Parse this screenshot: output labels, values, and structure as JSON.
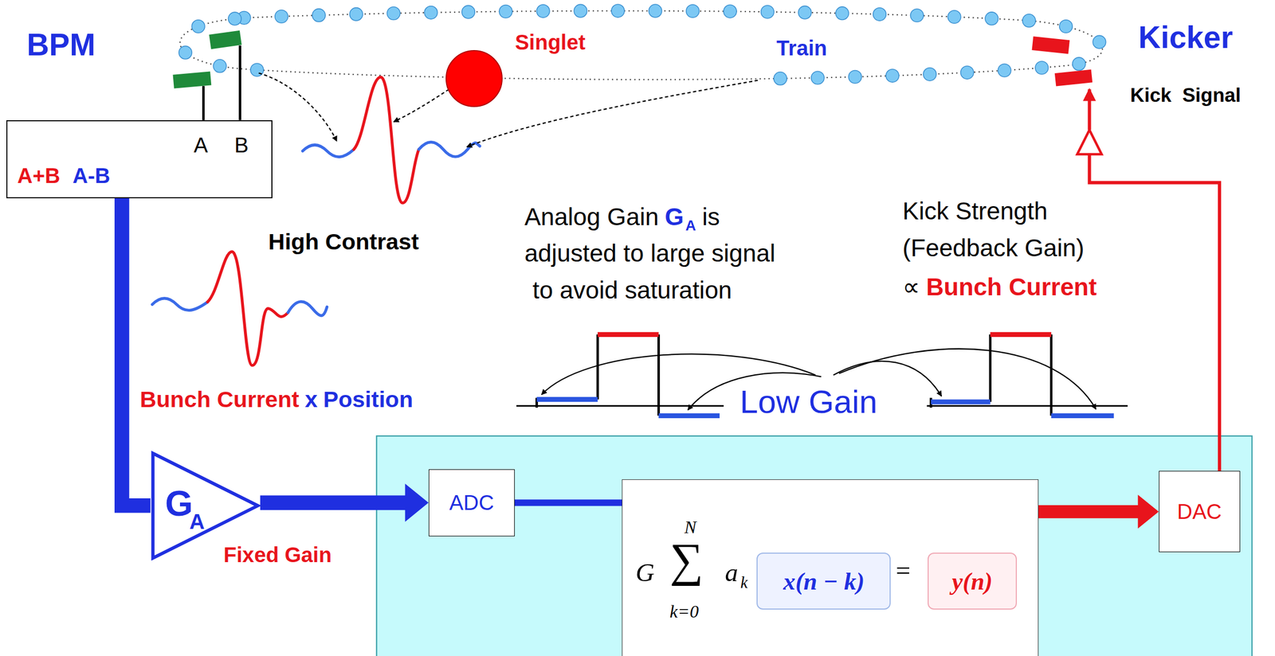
{
  "diagram": {
    "nodes": [
      {
        "text": [
          "A",
          "B",
          "A+B",
          "A-B"
        ]
      },
      {
        "text": [
          "Singlet"
        ]
      },
      {
        "text": [
          "G",
          "A"
        ]
      },
      {
        "text": [
          "ADC"
        ]
      },
      {
        "text": [
          "G",
          "N",
          "∑",
          "k=0",
          "a",
          "k",
          "="
        ]
      },
      {
        "text": [
          "x(n − k)"
        ],
        "in": 4
      },
      {
        "text": [
          "y(n)"
        ],
        "in": 4
      },
      {
        "text": [
          "DAC"
        ]
      }
    ],
    "edges": [
      {
        "from": 0,
        "to": 2,
        "arrow": "none"
      },
      {
        "from": 2,
        "to": 3,
        "arrow": "to"
      },
      {
        "from": 3,
        "to": 5,
        "arrow": "to"
      },
      {
        "from": 6,
        "to": 7,
        "arrow": "to"
      }
    ],
    "labels": [
      "BPM",
      "Train",
      "Kicker",
      "Kick  Signal",
      "High Contrast",
      "Analog Gain",
      "G",
      "A",
      "is",
      "adjusted to large signal",
      "to avoid saturation",
      "Kick Strength",
      "(Feedback Gain)",
      "∝",
      "Bunch Current",
      "Bunch Current",
      "x",
      "Position",
      "Low Gain",
      "Fixed Gain"
    ]
  }
}
